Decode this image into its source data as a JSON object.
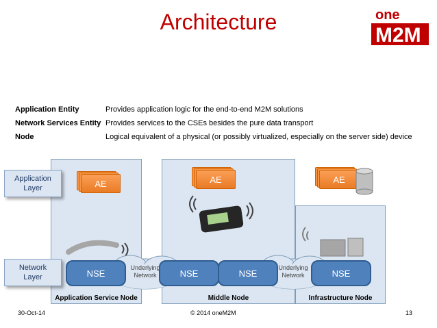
{
  "title": "Architecture",
  "logo": {
    "line1": "one",
    "line2": "M2M"
  },
  "definitions": [
    {
      "term": "Application Entity",
      "desc": "Provides application logic for the end-to-end M2M solutions"
    },
    {
      "term": "Network Services Entity",
      "desc": "Provides services to the CSEs besides the pure data transport"
    },
    {
      "term": "Node",
      "desc": "Logical equivalent of a physical (or possibly virtualized, especially on the server side) device"
    }
  ],
  "layers": {
    "application": "Application Layer",
    "network": "Network Layer"
  },
  "nodes": [
    {
      "label": "Application Service Node",
      "ae": "AE",
      "nse": "NSE"
    },
    {
      "label": "Middle Node",
      "ae": "AE",
      "nse1": "NSE",
      "nse2": "NSE"
    },
    {
      "label": "Infrastructure Node",
      "ae": "AE",
      "nse": "NSE"
    }
  ],
  "clouds": [
    {
      "line1": "Underlying",
      "line2": "Network"
    },
    {
      "line1": "Underlying",
      "line2": "Network"
    }
  ],
  "footer": {
    "date": "30-Oct-14",
    "copyright": "© 2014 oneM2M",
    "page": "13"
  },
  "colors": {
    "title": "#c00000",
    "ae": "#f79646",
    "nse": "#4f81bd",
    "node_bg": "#dce6f2"
  }
}
